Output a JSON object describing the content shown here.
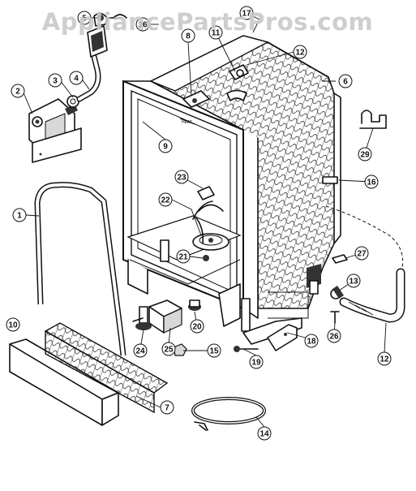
{
  "watermark": "AppliancePartsPros.com",
  "callouts": [
    {
      "id": "c1",
      "text": "1"
    },
    {
      "id": "c2",
      "text": "2"
    },
    {
      "id": "c3",
      "text": "3"
    },
    {
      "id": "c4",
      "text": "4"
    },
    {
      "id": "c5",
      "text": "5"
    },
    {
      "id": "c6",
      "text": "6"
    },
    {
      "id": "c7",
      "text": "7"
    },
    {
      "id": "c8",
      "text": "8"
    },
    {
      "id": "c9",
      "text": "9"
    },
    {
      "id": "c10",
      "text": "10"
    },
    {
      "id": "c11",
      "text": "11"
    },
    {
      "id": "c12a",
      "text": "12"
    },
    {
      "id": "c12b",
      "text": "12"
    },
    {
      "id": "c13",
      "text": "13"
    },
    {
      "id": "c14",
      "text": "14"
    },
    {
      "id": "c15",
      "text": "15"
    },
    {
      "id": "c16",
      "text": "16"
    },
    {
      "id": "c17",
      "text": "17"
    },
    {
      "id": "c18",
      "text": "18"
    },
    {
      "id": "c19",
      "text": "19"
    },
    {
      "id": "c20",
      "text": "20"
    },
    {
      "id": "c21",
      "text": "21"
    },
    {
      "id": "c22",
      "text": "22"
    },
    {
      "id": "c23",
      "text": "23"
    },
    {
      "id": "c24",
      "text": "24"
    },
    {
      "id": "c25",
      "text": "25"
    },
    {
      "id": "c26a",
      "text": "26"
    },
    {
      "id": "c26b",
      "text": "26"
    },
    {
      "id": "c27",
      "text": "27"
    },
    {
      "id": "c29",
      "text": "29"
    }
  ]
}
